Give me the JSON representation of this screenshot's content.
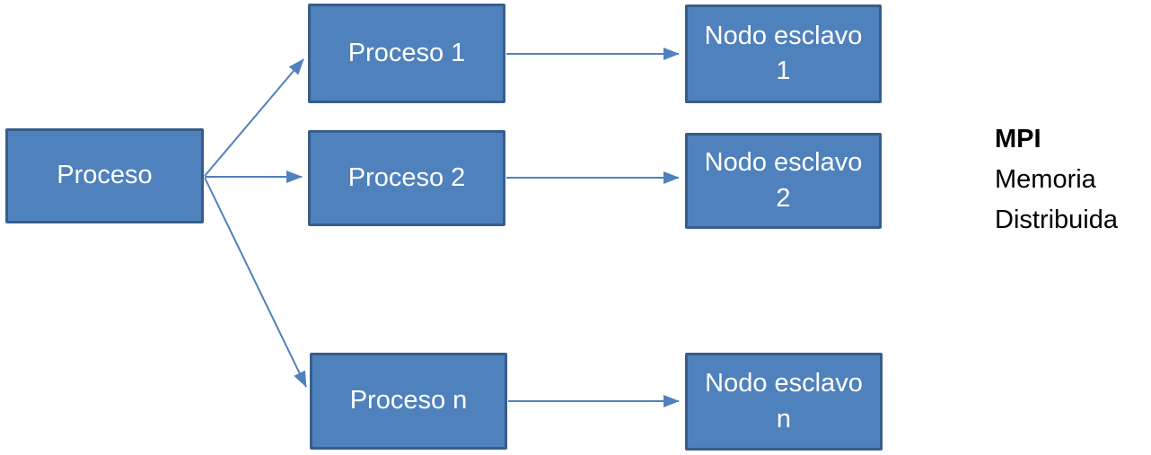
{
  "diagram": {
    "root": {
      "label": "Proceso"
    },
    "processes": [
      {
        "label": "Proceso 1"
      },
      {
        "label": "Proceso 2"
      },
      {
        "label": "Proceso n"
      }
    ],
    "slave_nodes": [
      {
        "label": "Nodo esclavo 1"
      },
      {
        "label": "Nodo esclavo 2"
      },
      {
        "label": "Nodo esclavo n"
      }
    ],
    "edges": [
      {
        "from": "Proceso",
        "to": "Proceso 1"
      },
      {
        "from": "Proceso",
        "to": "Proceso 2"
      },
      {
        "from": "Proceso",
        "to": "Proceso n"
      },
      {
        "from": "Proceso 1",
        "to": "Nodo esclavo 1"
      },
      {
        "from": "Proceso 2",
        "to": "Nodo esclavo 2"
      },
      {
        "from": "Proceso n",
        "to": "Nodo esclavo n"
      }
    ],
    "annotation": {
      "title": "MPI",
      "line1": "Memoria",
      "line2": "Distribuida"
    },
    "colors": {
      "box_fill": "#4f81bd",
      "box_border": "#385d8a",
      "box_text": "#ffffff",
      "arrow": "#4f81bd",
      "annotation_text": "#000000"
    }
  }
}
